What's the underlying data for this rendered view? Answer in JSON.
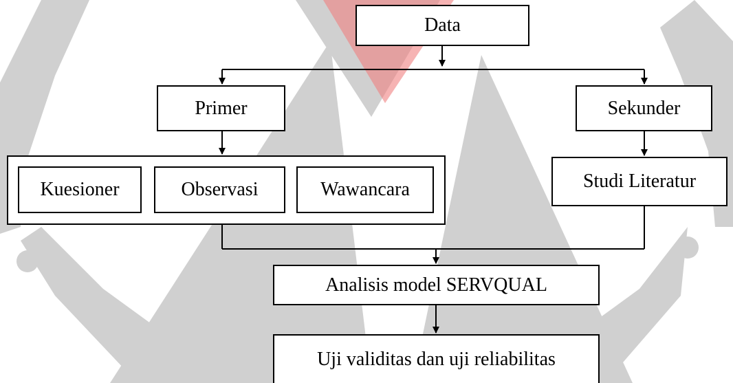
{
  "nodes": {
    "data": "Data",
    "primer": "Primer",
    "sekunder": "Sekunder",
    "kuesioner": "Kuesioner",
    "observasi": "Observasi",
    "wawancara": "Wawancara",
    "studi_literatur": "Studi Literatur",
    "analisis": "Analisis model SERVQUAL",
    "uji": "Uji validitas dan uji reliabilitas"
  },
  "watermark": {
    "color_primary": "#d0d0d0",
    "color_accent": "#f08080"
  },
  "colors": {
    "line": "#000000",
    "box_fill": "#ffffff"
  }
}
